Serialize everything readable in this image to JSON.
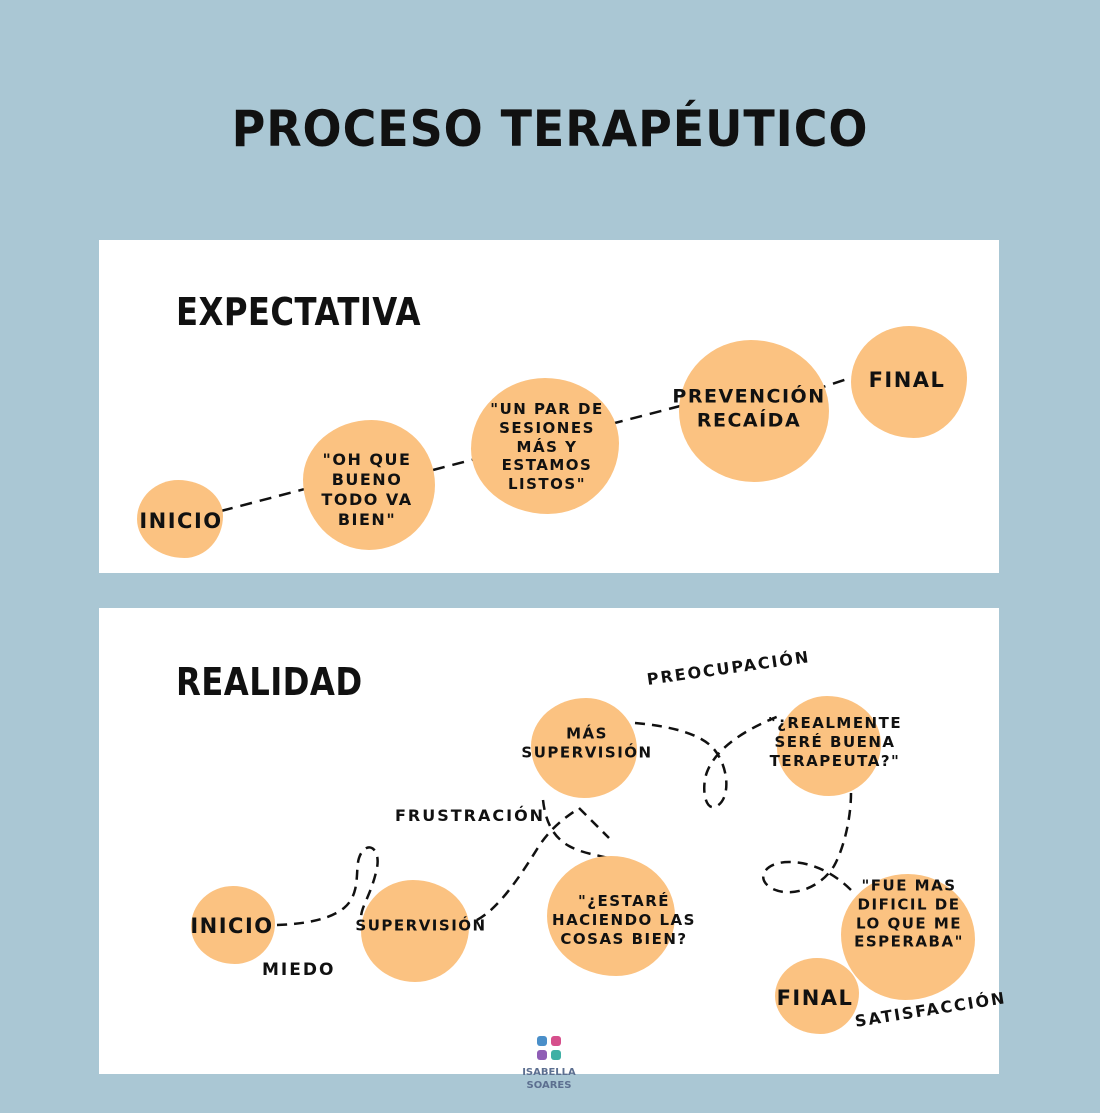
{
  "title": "PROCESO TERAPÉUTICO",
  "expectativa": {
    "heading": "EXPECTATIVA",
    "steps": [
      "INICIO",
      "\"OH QUE\nBUENO\nTODO VA\nBIEN\"",
      "\"UN PAR DE\nSESIONES\nMÁS Y\nESTAMOS\nLISTOS\"",
      "PREVENCIÓN\nRECAÍDA",
      "FINAL"
    ]
  },
  "realidad": {
    "heading": "REALIDAD",
    "steps": [
      "INICIO",
      "SUPERVISIÓN",
      "MÁS\nSUPERVISIÓN",
      "\"¿ESTARÉ\nHACIENDO LAS\nCOSAS BIEN?",
      "\"¿REALMENTE\nSERÉ BUENA\nTERAPEUTA?\"",
      "\"FUE MAS\nDIFICIL DE\nLO QUE ME\nESPERABA\"",
      "FINAL"
    ],
    "emotions": [
      "MIEDO",
      "FRUSTRACIÓN",
      "PREOCUPACIÓN",
      "SATISFACCIÓN"
    ]
  },
  "logo": {
    "line1": "ISABELLA",
    "line2": "SOARES"
  },
  "colors": {
    "background": "#aac7d4",
    "panel": "#ffffff",
    "blob": "#fbc281",
    "ink": "#111111"
  }
}
